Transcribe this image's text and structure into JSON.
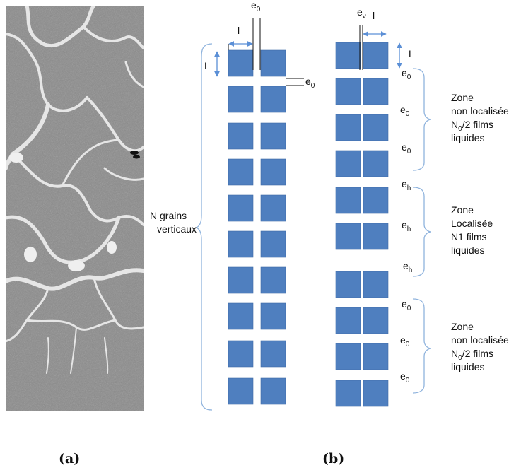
{
  "captions": {
    "a": "(a)",
    "b": "(b)"
  },
  "colors": {
    "grain": "#4f7fbf",
    "grain_edge": "#3e6aa5",
    "bracket": "#8fb3dd",
    "arrow": "#5b8fd6"
  },
  "left_column": {
    "l_label": "l",
    "L_label": "L",
    "e0_top": {
      "base": "e",
      "sub": "0"
    },
    "e0_side": {
      "base": "e",
      "sub": "0"
    },
    "brace_label": [
      "N grains",
      "verticaux"
    ]
  },
  "right_column": {
    "ev_label": {
      "base": "e",
      "sub": "v"
    },
    "l_label": "l",
    "L_label": "L",
    "gap_labels": [
      {
        "base": "e",
        "sub": "0"
      },
      {
        "base": "e",
        "sub": "0"
      },
      {
        "base": "e",
        "sub": "0"
      },
      {
        "base": "e",
        "sub": "h"
      },
      {
        "base": "e",
        "sub": "h"
      },
      {
        "base": "e",
        "sub": "h"
      },
      {
        "base": "e",
        "sub": "0"
      },
      {
        "base": "e",
        "sub": "0"
      },
      {
        "base": "e",
        "sub": "0"
      }
    ],
    "zones": [
      {
        "lines": [
          "Zone",
          "non localisée",
          "N0/2 films",
          "liquides"
        ]
      },
      {
        "lines": [
          "Zone",
          "Localisée",
          "N1 films",
          "liquides"
        ]
      },
      {
        "lines": [
          "Zone",
          "non localisée",
          "N0/2 films",
          "liquides"
        ]
      }
    ]
  }
}
